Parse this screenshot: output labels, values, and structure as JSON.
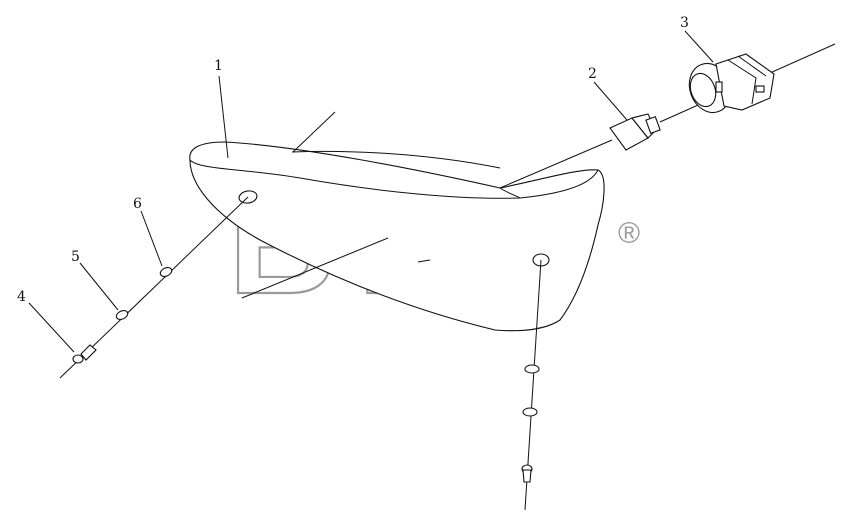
{
  "callouts": {
    "c1": "1",
    "c2": "2",
    "c3": "3",
    "c4": "4",
    "c5": "5",
    "c6": "6"
  },
  "watermark": {
    "text": "BTM",
    "mark": "®"
  }
}
